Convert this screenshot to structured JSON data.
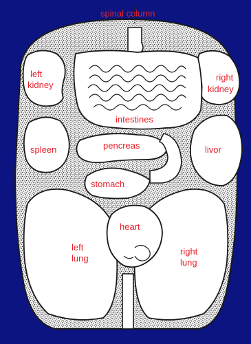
{
  "colors": {
    "background": "#0b1480",
    "label": "#e8202a",
    "stipple_dark": "#3a3a3a",
    "stipple_light": "#f4f4f4",
    "organ_fill": "#ffffff",
    "outline": "#1a1a1a"
  },
  "labels": {
    "spinal_column": "spinal column",
    "left_kidney_1": "left",
    "left_kidney_2": "kidney",
    "right_kidney_1": "right",
    "right_kidney_2": "kidney",
    "intestines": "intestines",
    "spleen": "spleen",
    "pancreas": "pencreas",
    "liver": "livor",
    "stomach": "stomach",
    "heart": "heart",
    "left_lung_1": "left",
    "left_lung_2": "lung",
    "right_lung_1": "right",
    "right_lung_2": "lung"
  }
}
